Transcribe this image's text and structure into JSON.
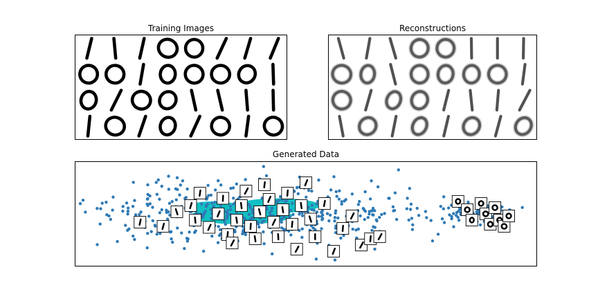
{
  "titles": {
    "training": "Training Images",
    "reconstructions": "Reconstructions",
    "generated": "Generated Data"
  },
  "colors": {
    "scatter_point": "#2f7ab5",
    "density_fill": "#12bfc2",
    "digit_ink": "#000000",
    "reconstruction_ink": "#333333",
    "frame": "#000000",
    "background": "#ffffff"
  },
  "chart_data": [
    {
      "type": "image-grid",
      "rows": 4,
      "cols": 8,
      "digits": [
        [
          1,
          1,
          1,
          0,
          0,
          1,
          1,
          1
        ],
        [
          0,
          0,
          1,
          0,
          0,
          0,
          0,
          1
        ],
        [
          0,
          1,
          0,
          0,
          1,
          1,
          1,
          1
        ],
        [
          1,
          0,
          1,
          0,
          1,
          0,
          1,
          0
        ]
      ]
    },
    {
      "type": "image-grid",
      "rows": 4,
      "cols": 8,
      "blurred": true,
      "digits": [
        [
          1,
          1,
          1,
          0,
          0,
          1,
          1,
          1
        ],
        [
          0,
          0,
          1,
          0,
          0,
          0,
          0,
          1
        ],
        [
          0,
          1,
          0,
          0,
          1,
          1,
          1,
          1
        ],
        [
          1,
          0,
          1,
          0,
          1,
          0,
          1,
          0
        ]
      ]
    },
    {
      "type": "scatter",
      "grid": false,
      "axes_visible": false,
      "xlim": [
        0,
        100
      ],
      "ylim": [
        0,
        100
      ],
      "clusters": [
        {
          "center": [
            38,
            50
          ],
          "spread": [
            18,
            16
          ],
          "count": 480
        },
        {
          "center": [
            87,
            48
          ],
          "spread": [
            3.2,
            4
          ],
          "count": 90
        }
      ],
      "density_regions": [
        {
          "center": [
            36,
            52
          ],
          "radius": [
            11,
            8
          ]
        },
        {
          "center": [
            44,
            42
          ],
          "radius": [
            9,
            7
          ]
        },
        {
          "center": [
            30,
            44
          ],
          "radius": [
            6,
            6
          ]
        }
      ],
      "thumbnails": [
        {
          "x": 14,
          "y": 58,
          "digit": 1
        },
        {
          "x": 19,
          "y": 62,
          "digit": 1
        },
        {
          "x": 22,
          "y": 48,
          "digit": 1
        },
        {
          "x": 25,
          "y": 42,
          "digit": 1
        },
        {
          "x": 27,
          "y": 30,
          "digit": 1
        },
        {
          "x": 29,
          "y": 63,
          "digit": 1
        },
        {
          "x": 31,
          "y": 50,
          "digit": 1
        },
        {
          "x": 32,
          "y": 35,
          "digit": 1
        },
        {
          "x": 33,
          "y": 70,
          "digit": 1
        },
        {
          "x": 35,
          "y": 56,
          "digit": 1
        },
        {
          "x": 36,
          "y": 42,
          "digit": 1
        },
        {
          "x": 37,
          "y": 28,
          "digit": 1
        },
        {
          "x": 38,
          "y": 62,
          "digit": 1
        },
        {
          "x": 40,
          "y": 48,
          "digit": 1
        },
        {
          "x": 41,
          "y": 22,
          "digit": 1
        },
        {
          "x": 42,
          "y": 36,
          "digit": 1
        },
        {
          "x": 43,
          "y": 58,
          "digit": 1
        },
        {
          "x": 44,
          "y": 72,
          "digit": 1
        },
        {
          "x": 45,
          "y": 46,
          "digit": 1
        },
        {
          "x": 46,
          "y": 30,
          "digit": 1
        },
        {
          "x": 47,
          "y": 60,
          "digit": 1
        },
        {
          "x": 48,
          "y": 84,
          "digit": 1
        },
        {
          "x": 49,
          "y": 42,
          "digit": 1
        },
        {
          "x": 50,
          "y": 20,
          "digit": 1
        },
        {
          "x": 51,
          "y": 55,
          "digit": 1
        },
        {
          "x": 52,
          "y": 72,
          "digit": 1
        },
        {
          "x": 54,
          "y": 40,
          "digit": 1
        },
        {
          "x": 56,
          "y": 86,
          "digit": 1
        },
        {
          "x": 58,
          "y": 64,
          "digit": 1
        },
        {
          "x": 60,
          "y": 52,
          "digit": 1
        },
        {
          "x": 62,
          "y": 80,
          "digit": 1
        },
        {
          "x": 64,
          "y": 74,
          "digit": 1
        },
        {
          "x": 66,
          "y": 72,
          "digit": 1
        },
        {
          "x": 26,
          "y": 56,
          "digit": 1
        },
        {
          "x": 34,
          "y": 78,
          "digit": 1
        },
        {
          "x": 39,
          "y": 74,
          "digit": 1
        },
        {
          "x": 83,
          "y": 38,
          "digit": 0
        },
        {
          "x": 85,
          "y": 46,
          "digit": 0
        },
        {
          "x": 86,
          "y": 56,
          "digit": 0
        },
        {
          "x": 88,
          "y": 40,
          "digit": 0
        },
        {
          "x": 89,
          "y": 50,
          "digit": 0
        },
        {
          "x": 90,
          "y": 60,
          "digit": 0
        },
        {
          "x": 91,
          "y": 44,
          "digit": 0
        },
        {
          "x": 92,
          "y": 56,
          "digit": 0
        },
        {
          "x": 93,
          "y": 62,
          "digit": 0
        },
        {
          "x": 94,
          "y": 52,
          "digit": 0
        }
      ]
    }
  ]
}
